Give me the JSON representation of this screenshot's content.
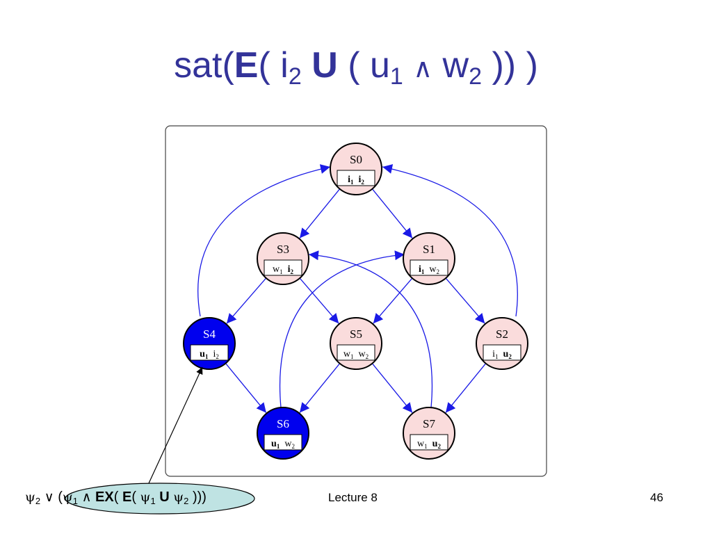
{
  "title": {
    "prefix": "sat(",
    "E": "E",
    "open1": "( i",
    "sub_i": "2",
    "U": "U",
    "open2": "( u",
    "sub_u": "1",
    "and": "∧",
    "w": "w",
    "sub_w": "2",
    "close": ")) )"
  },
  "formula": {
    "psi": "ψ",
    "s2": "2",
    "or": "∨",
    "open": "(",
    "psi1": "ψ",
    "s1": "1",
    "and": "∧",
    "EX": "EX",
    "paren": "(",
    "E": "E",
    "paren2": "(",
    "psi3": "ψ",
    "s3": "1",
    "U": "U",
    "psi4": "ψ",
    "s4": "2",
    "close": ")))"
  },
  "footer": {
    "center": "Lecture 8",
    "page": "46"
  },
  "colors": {
    "title": "#333399",
    "node_fill": "#fadcdc",
    "node_highlight": "#0000ee",
    "edge": "#1a1ae6",
    "oval_fill": "#bfe3e3"
  },
  "diagram": {
    "nodes": [
      {
        "id": "S0",
        "name": "S0",
        "labels": [
          "i",
          "1",
          "i",
          "2"
        ],
        "bold": [
          true,
          true
        ],
        "highlight": false
      },
      {
        "id": "S1",
        "name": "S1",
        "labels": [
          "i",
          "1",
          "w",
          "2"
        ],
        "bold": [
          true,
          false
        ],
        "highlight": false
      },
      {
        "id": "S2",
        "name": "S2",
        "labels": [
          "i",
          "1",
          "u",
          "2"
        ],
        "bold": [
          false,
          true
        ],
        "highlight": false
      },
      {
        "id": "S3",
        "name": "S3",
        "labels": [
          "w",
          "1",
          "i",
          "2"
        ],
        "bold": [
          false,
          true
        ],
        "highlight": false
      },
      {
        "id": "S4",
        "name": "S4",
        "labels": [
          "u",
          "1",
          "i",
          "2"
        ],
        "bold": [
          true,
          false
        ],
        "highlight": true
      },
      {
        "id": "S5",
        "name": "S5",
        "labels": [
          "w",
          "1",
          "w",
          "2"
        ],
        "bold": [
          false,
          false
        ],
        "highlight": false
      },
      {
        "id": "S6",
        "name": "S6",
        "labels": [
          "u",
          "1",
          "w",
          "2"
        ],
        "bold": [
          true,
          false
        ],
        "highlight": true
      },
      {
        "id": "S7",
        "name": "S7",
        "labels": [
          "w",
          "1",
          "u",
          "2"
        ],
        "bold": [
          false,
          true
        ],
        "highlight": false
      }
    ],
    "edges": [
      [
        "S0",
        "S3"
      ],
      [
        "S0",
        "S1"
      ],
      [
        "S3",
        "S4"
      ],
      [
        "S3",
        "S5"
      ],
      [
        "S1",
        "S5"
      ],
      [
        "S1",
        "S2"
      ],
      [
        "S4",
        "S6"
      ],
      [
        "S5",
        "S6"
      ],
      [
        "S5",
        "S7"
      ],
      [
        "S2",
        "S7"
      ],
      [
        "S4",
        "S0"
      ],
      [
        "S2",
        "S0"
      ],
      [
        "S6",
        "S1"
      ],
      [
        "S7",
        "S3"
      ]
    ]
  }
}
